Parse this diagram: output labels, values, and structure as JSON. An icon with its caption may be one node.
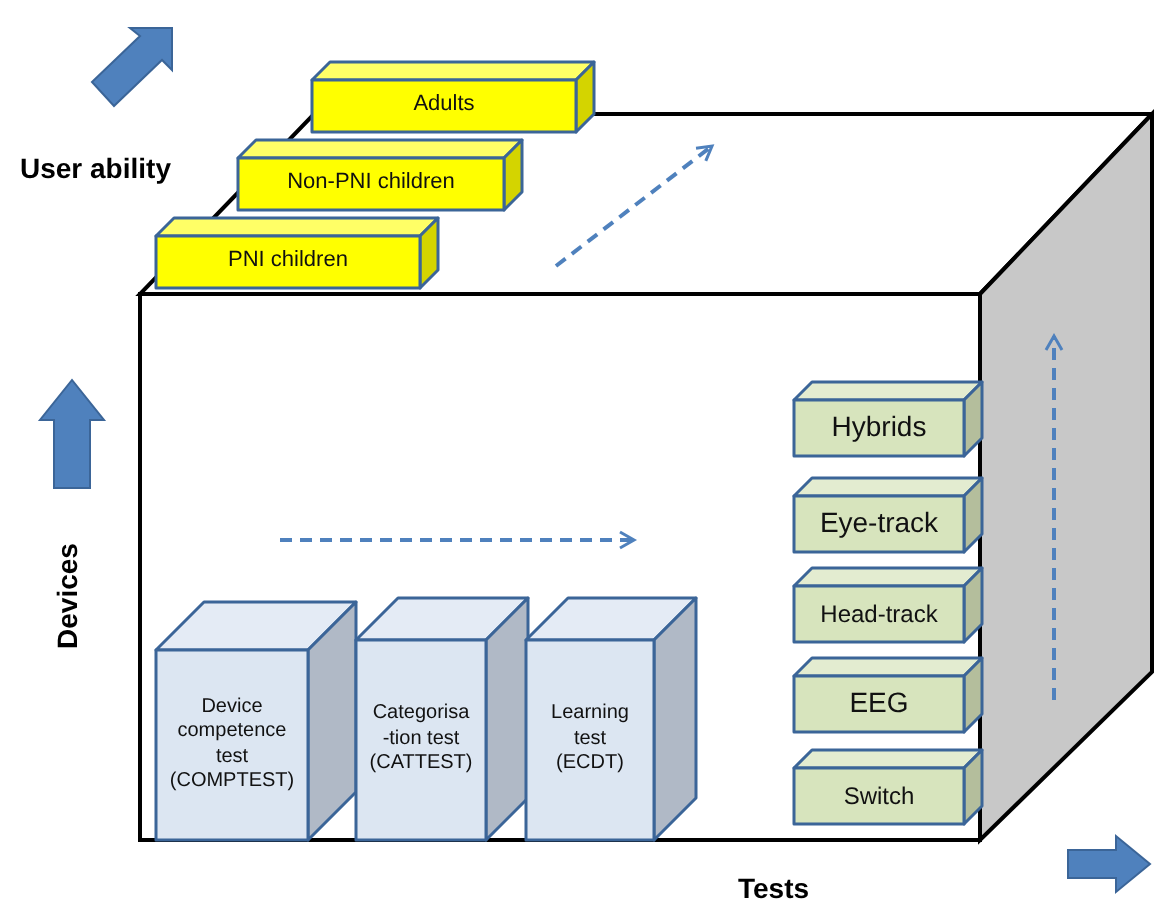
{
  "diagram": {
    "nodes": [
      {
        "text": [
          "Adults"
        ]
      },
      {
        "text": [
          "Non-PNI children"
        ]
      },
      {
        "text": [
          "PNI children"
        ]
      },
      {
        "text": [
          "Device competence test (COMPTEST)"
        ]
      },
      {
        "text": [
          "Categorisa -tion test (CATTEST)"
        ]
      },
      {
        "text": [
          "Learning test (ECDT)"
        ]
      },
      {
        "text": [
          "Hybrids"
        ]
      },
      {
        "text": [
          "Eye-track"
        ]
      },
      {
        "text": [
          "Head-track"
        ]
      },
      {
        "text": [
          "EEG"
        ]
      },
      {
        "text": [
          "Switch"
        ]
      }
    ],
    "labels": [
      "User ability",
      "Devices",
      "Tests"
    ]
  }
}
